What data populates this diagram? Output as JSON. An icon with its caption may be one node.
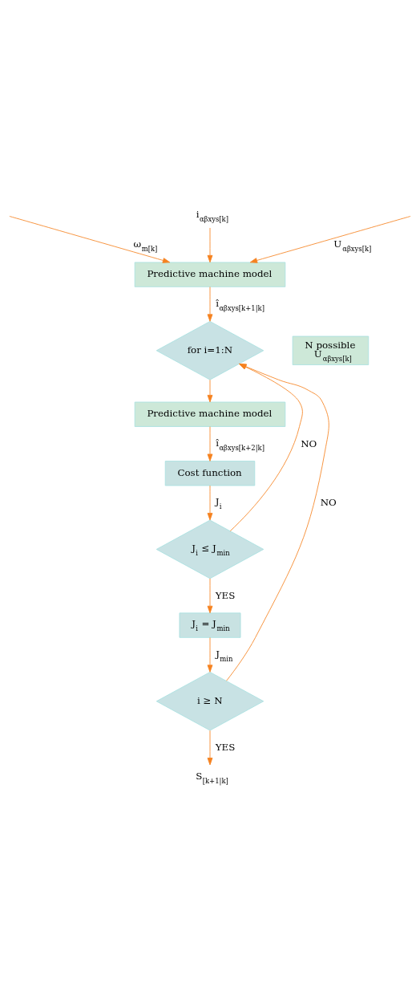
{
  "diagram": {
    "nodes": [
      {
        "text": [
          "i$_{αβxys[k]}$"
        ]
      },
      {
        "text": [
          "Predictive machine model"
        ]
      },
      {
        "text": [
          "for i=1:N"
        ]
      },
      {
        "text": [
          "N possible",
          "U$_{αβxys[k]}$"
        ]
      },
      {
        "text": [
          "Predictive machine model"
        ]
      },
      {
        "text": [
          "Cost function"
        ]
      },
      {
        "text": [
          "J$_{i}$ ≤ J$_{min}$"
        ]
      },
      {
        "text": [
          "J$_{i}$ = J$_{min}$"
        ]
      },
      {
        "text": [
          "i ≥ N"
        ]
      },
      {
        "text": [
          "S$_{[k+1|k]}$"
        ]
      }
    ],
    "edges": [
      {
        "from": 0,
        "to": 1,
        "arrow": "to"
      },
      {
        "from": null,
        "to": 1,
        "arrow": "to",
        "label": "ω$_{m[k]}$"
      },
      {
        "from": null,
        "to": 1,
        "arrow": "to",
        "label": "U$_{αβxys[k]}$"
      },
      {
        "from": 1,
        "to": 2,
        "arrow": "to",
        "label": "î$_{αβxys[k+1|k]}$"
      },
      {
        "from": 2,
        "to": 4,
        "arrow": "to"
      },
      {
        "from": 4,
        "to": 5,
        "arrow": "to",
        "label": "î$_{αβxys[k+2|k]}$"
      },
      {
        "from": 5,
        "to": 6,
        "arrow": "to",
        "label": "J$_{i}$"
      },
      {
        "from": 6,
        "to": 2,
        "arrow": "to",
        "label": "NO"
      },
      {
        "from": 6,
        "to": 7,
        "arrow": "to",
        "label": "YES"
      },
      {
        "from": 7,
        "to": 8,
        "arrow": "to",
        "label": "J$_{min}$"
      },
      {
        "from": 8,
        "to": 2,
        "arrow": "to",
        "label": "NO"
      },
      {
        "from": 8,
        "to": 9,
        "arrow": "to",
        "label": "YES"
      }
    ]
  }
}
